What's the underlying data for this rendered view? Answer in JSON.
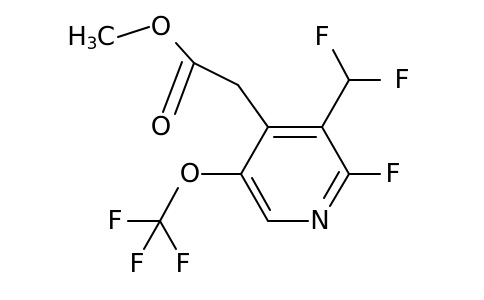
{
  "structure": {
    "atoms": {
      "methyl": {
        "main": "H",
        "sub": "3",
        "tail": "C"
      },
      "ester_oxygen": "O",
      "carbonyl_oxygen": "O",
      "ether_oxygen": "O",
      "nitrogen": "N",
      "fluorine_ring": "F",
      "fluorine_chf2_top": "F",
      "fluorine_chf2_right": "F",
      "fluorine_cf3_left": "F",
      "fluorine_cf3_bottom_left": "F",
      "fluorine_cf3_bottom_right": "F"
    }
  }
}
